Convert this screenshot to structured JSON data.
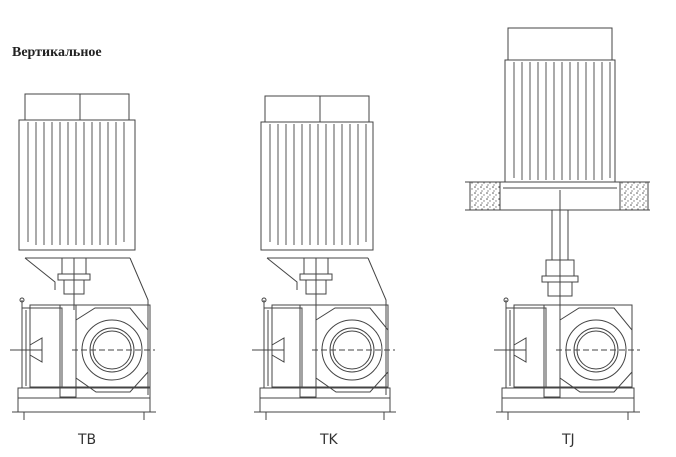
{
  "heading": "Вертикальное",
  "labels": [
    "TB",
    "TK",
    "TJ"
  ]
}
